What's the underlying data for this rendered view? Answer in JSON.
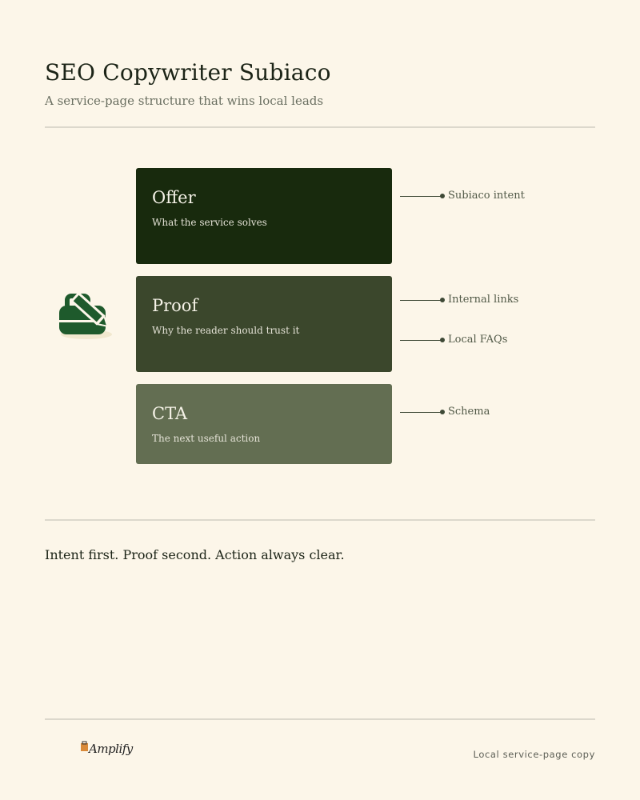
{
  "header": {
    "title": "SEO Copywriter Subiaco",
    "subtitle": "A service-page structure that wins local leads"
  },
  "blocks": [
    {
      "title": "Offer",
      "subtitle": "What the service solves",
      "color": "#182a0d"
    },
    {
      "title": "Proof",
      "subtitle": "Why the reader should trust it",
      "color": "#3b472c"
    },
    {
      "title": "CTA",
      "subtitle": "The next useful action",
      "color": "#636e52"
    }
  ],
  "annotations": [
    {
      "label": "Subiaco intent",
      "block": "Offer"
    },
    {
      "label": "Internal links",
      "block": "Proof"
    },
    {
      "label": "Local FAQs",
      "block": "Proof"
    },
    {
      "label": "Schema",
      "block": "CTA"
    }
  ],
  "icon": {
    "name": "toolbox-pencil-icon",
    "color": "#1e5a2c"
  },
  "tagline": "Intent first. Proof second. Action always clear.",
  "footer": {
    "logo_text": "Amplify",
    "note": "Local service-page copy"
  },
  "colors": {
    "background": "#fcf6e9",
    "accent": "#1e5a2c",
    "rule": "#dcd8cc"
  }
}
